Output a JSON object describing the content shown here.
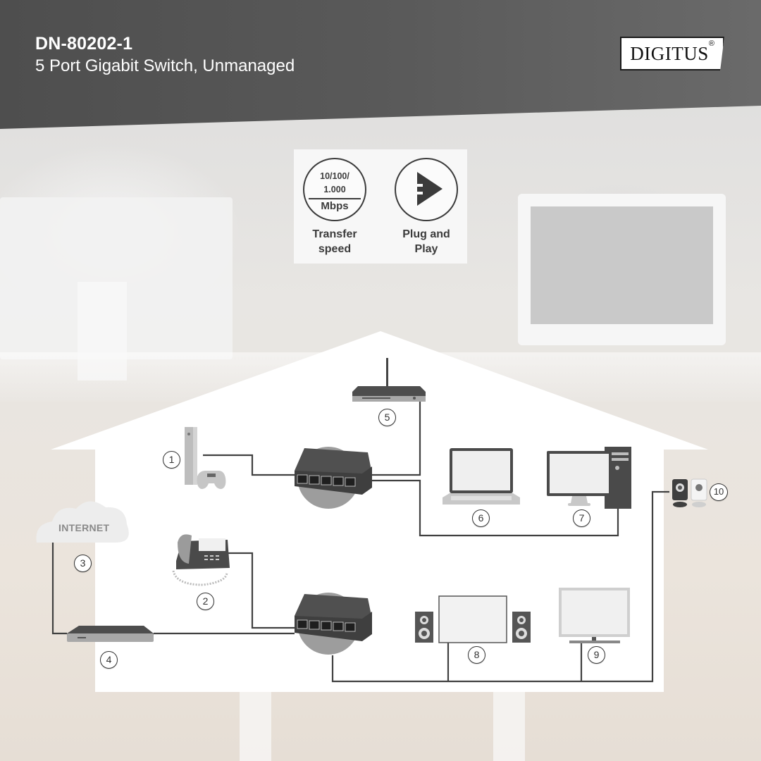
{
  "header": {
    "product_code": "DN-80202-1",
    "product_name": "5 Port Gigabit Switch, Unmanaged",
    "brand": "DIGITUS",
    "brand_mark": "®"
  },
  "features": [
    {
      "icon": "speed-gauge-icon",
      "value_line1": "10/100/",
      "value_line2": "1.000",
      "unit": "Mbps",
      "label_line1": "Transfer",
      "label_line2": "speed"
    },
    {
      "icon": "plug-and-play-icon",
      "label_line1": "Plug and",
      "label_line2": "Play"
    }
  ],
  "diagram": {
    "internet_label": "INTERNET",
    "devices": [
      {
        "num": "1",
        "name": "game-console",
        "icon": "game-console-icon"
      },
      {
        "num": "2",
        "name": "ip-phone",
        "icon": "phone-icon"
      },
      {
        "num": "3",
        "name": "internet",
        "icon": "cloud-icon"
      },
      {
        "num": "4",
        "name": "modem",
        "icon": "modem-icon"
      },
      {
        "num": "5",
        "name": "wifi-router",
        "icon": "router-icon"
      },
      {
        "num": "6",
        "name": "laptop",
        "icon": "laptop-icon"
      },
      {
        "num": "7",
        "name": "desktop-pc",
        "icon": "desktop-icon"
      },
      {
        "num": "8",
        "name": "smart-tv-speakers",
        "icon": "tv-speakers-icon"
      },
      {
        "num": "9",
        "name": "monitor",
        "icon": "monitor-icon"
      },
      {
        "num": "10",
        "name": "ip-cameras",
        "icon": "ip-camera-icon"
      }
    ],
    "colors": {
      "line": "#404040",
      "device_dark": "#4a4a4a",
      "device_light": "#c9c9c9",
      "switch_halo": "#9d9d9d"
    }
  }
}
